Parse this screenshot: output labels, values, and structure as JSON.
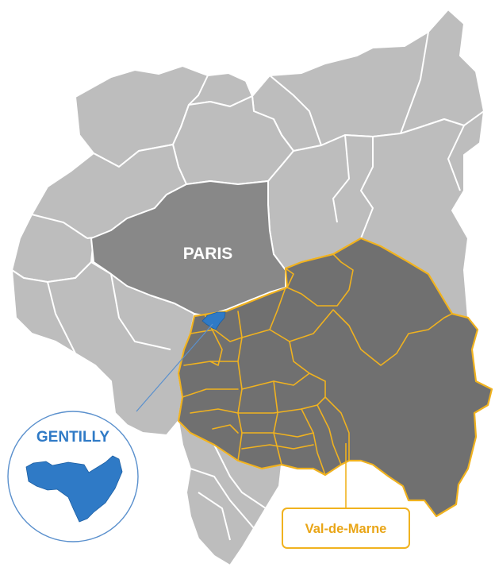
{
  "map": {
    "labels": {
      "paris": "PARIS",
      "gentilly": "GENTILLY",
      "val_de_marne": "Val-de-Marne"
    },
    "colors": {
      "other_departments": "#bdbdbd",
      "paris": "#888888",
      "val_de_marne": "#707070",
      "val_de_marne_outline": "#f0b21f",
      "gentilly_highlight": "#2f7ac6",
      "borders": "#ffffff"
    },
    "highlight": {
      "commune": "GENTILLY",
      "department": "Val-de-Marne"
    }
  }
}
